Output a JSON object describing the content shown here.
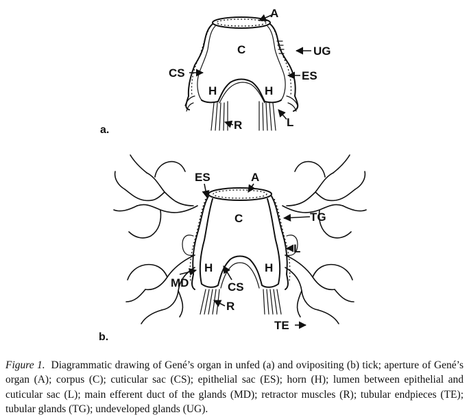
{
  "figure": {
    "panel_a": {
      "letter": "a.",
      "labels": {
        "A": "A",
        "C": "C",
        "UG": "UG",
        "CS": "CS",
        "ES": "ES",
        "H_left": "H",
        "H_right": "H",
        "L": "L",
        "R": "R"
      }
    },
    "panel_b": {
      "letter": "b.",
      "labels": {
        "ES": "ES",
        "A": "A",
        "C": "C",
        "TG": "TG",
        "L": "L",
        "H_left": "H",
        "H_right": "H",
        "MD": "MD",
        "CS": "CS",
        "R": "R",
        "TE": "TE"
      }
    }
  },
  "caption": {
    "label": "Figure 1.",
    "text": "Diagrammatic drawing of Gené’s organ in unfed (a) and ovipositing (b) tick; aperture of Gené’s organ (A); corpus (C); cuticular sac (CS); epithelial sac (ES); horn (H); lumen between epithelial and cuticular sac (L); main efferent duct of the glands (MD); retractor muscles (R); tubular endpieces (TE); tubular glands (TG); undeveloped glands (UG)."
  }
}
